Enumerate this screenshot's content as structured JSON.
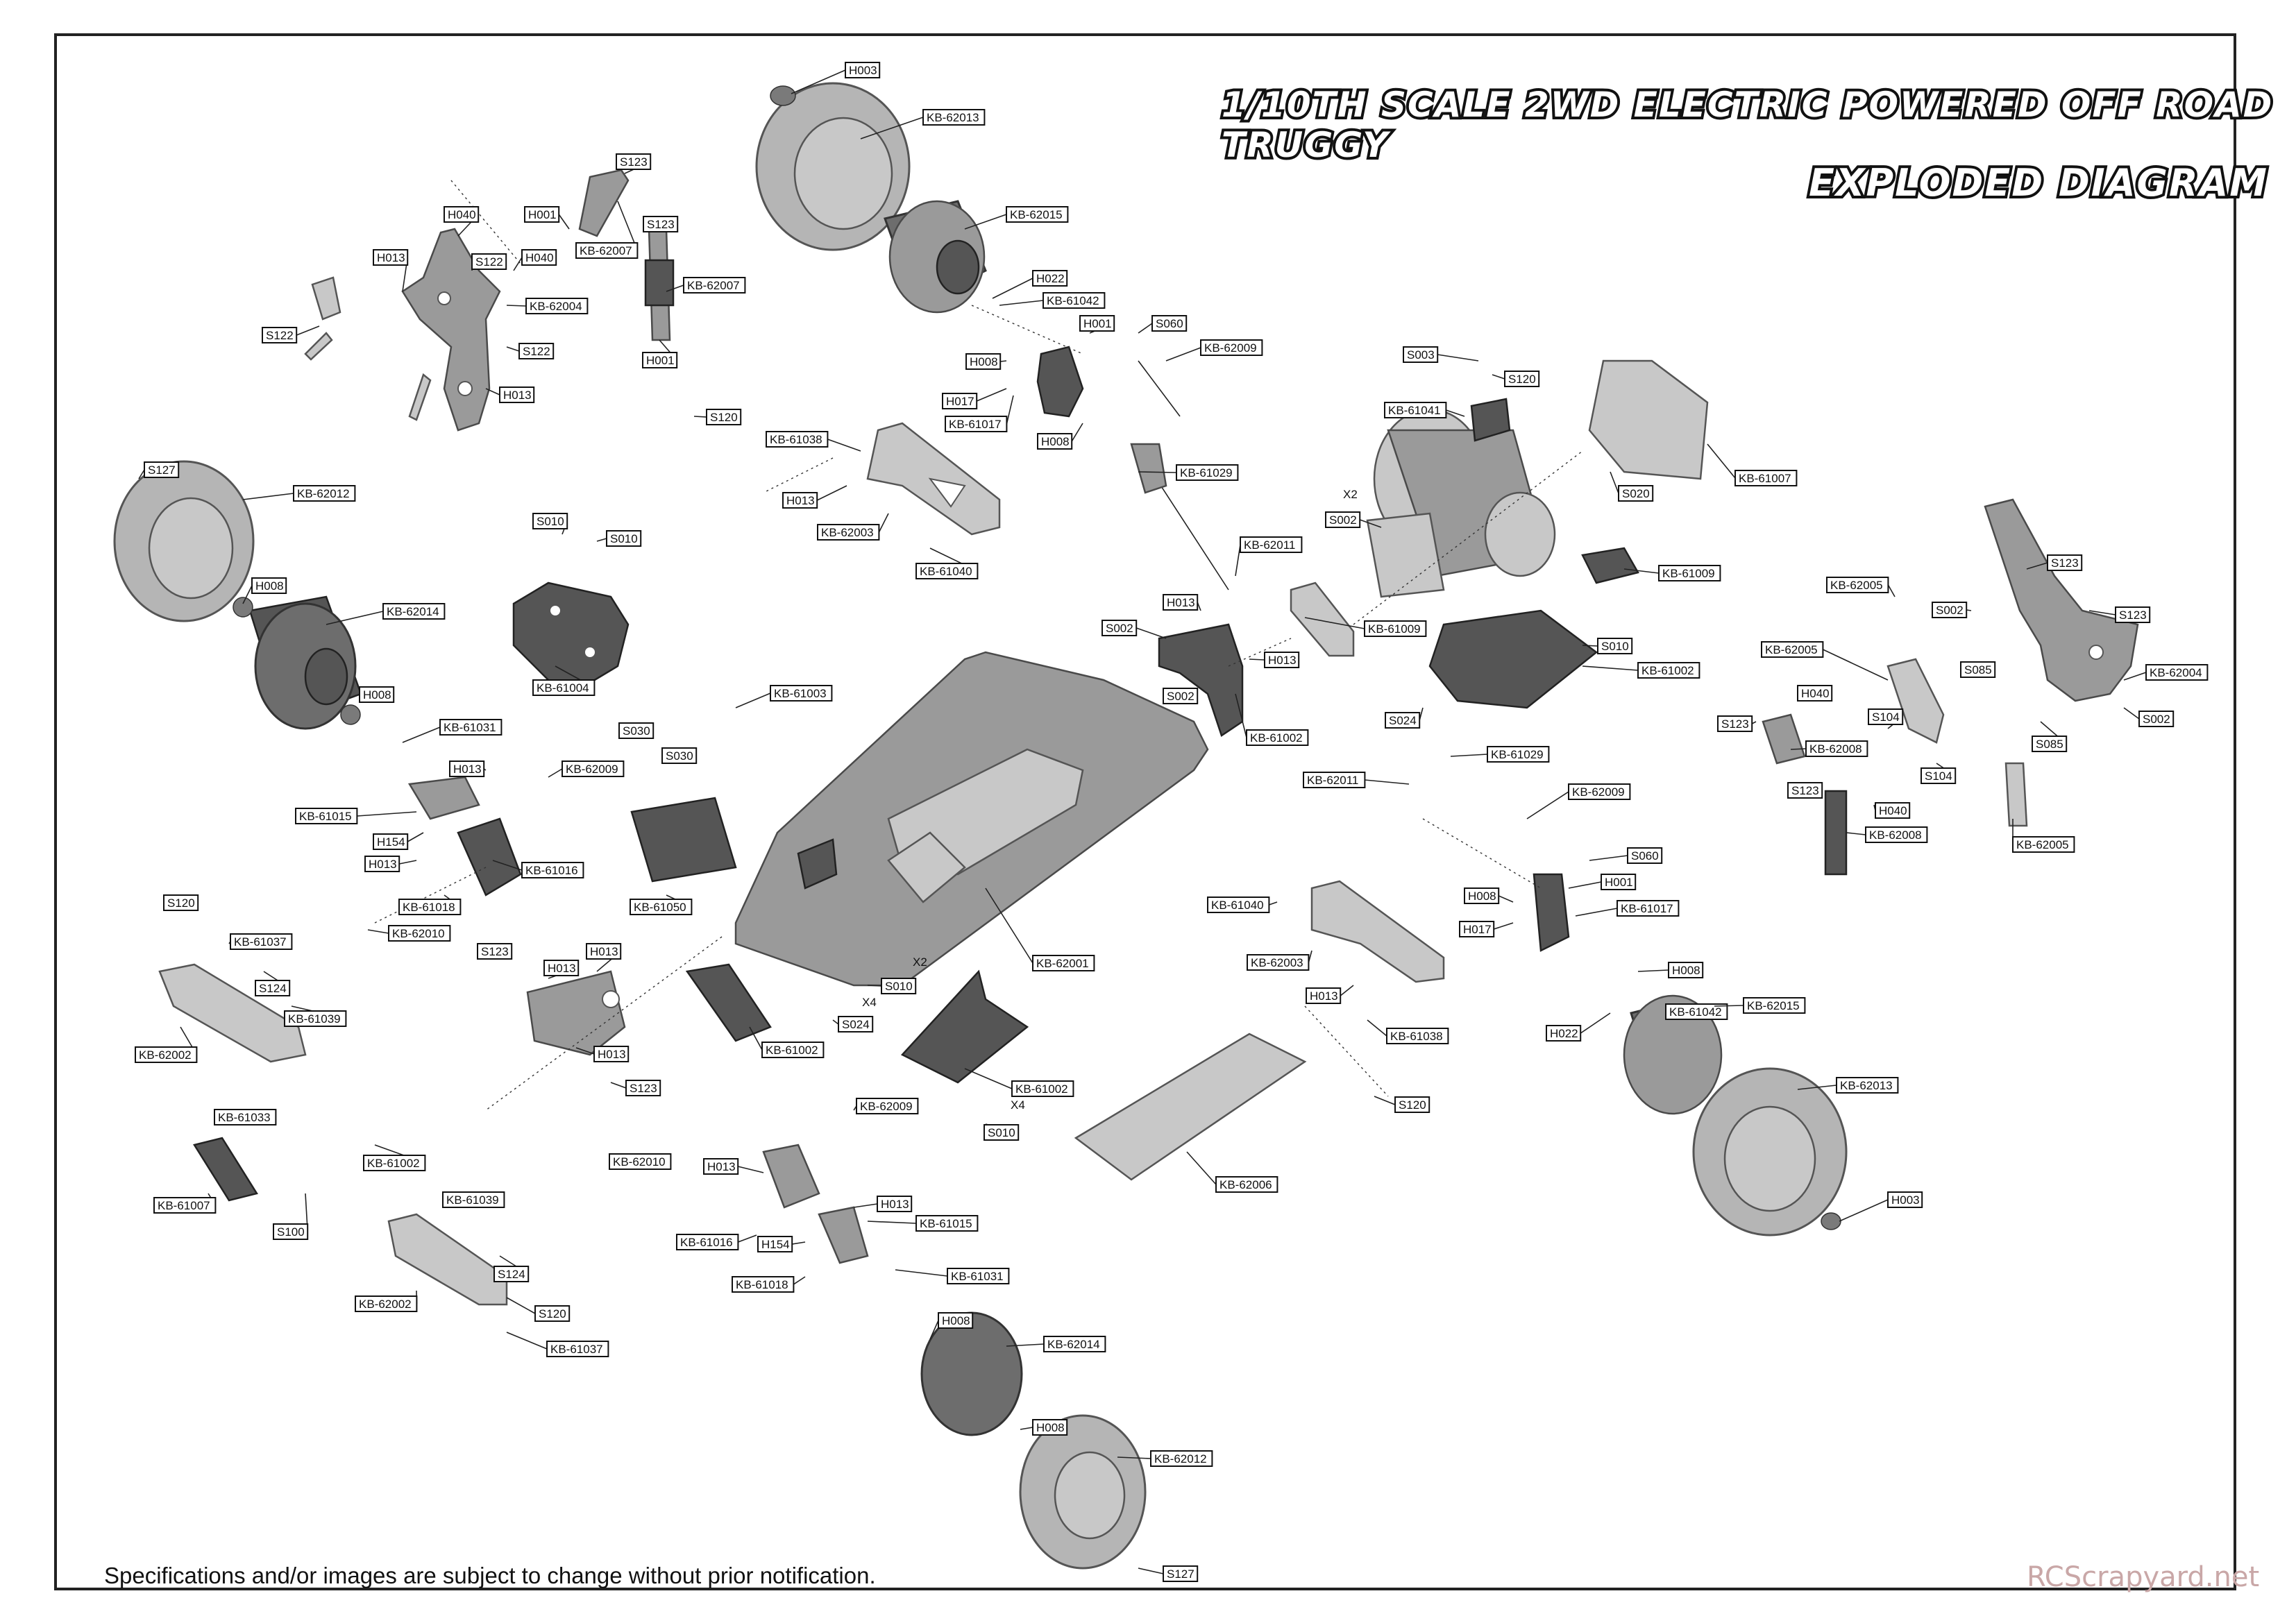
{
  "header": {
    "title": "1/10TH SCALE 2WD ELECTRIC POWERED OFF ROAD TRUGGY",
    "subtitle": "EXPLODED DIAGRAM"
  },
  "footer": {
    "disclaimer": "Specifications and/or images are subject to change without prior notification.",
    "watermark": "RCScrapyard.net"
  },
  "labels": [
    "H003",
    "KB-62013",
    "S123",
    "H040",
    "H001",
    "KB-62007",
    "S123",
    "KB-62007",
    "H013",
    "S122",
    "H040",
    "KB-62004",
    "S122",
    "S122",
    "H013",
    "H001",
    "KB-62015",
    "H022",
    "KB-61042",
    "H001",
    "S060",
    "KB-62009",
    "H008",
    "H017",
    "KB-61017",
    "H008",
    "KB-61029",
    "S120",
    "KB-61038",
    "H013",
    "KB-62003",
    "KB-61040",
    "S127",
    "KB-62012",
    "H008",
    "KB-62014",
    "H008",
    "KB-61031",
    "S010",
    "S010",
    "KB-61004",
    "KB-62011",
    "H013",
    "S002",
    "H013",
    "S002",
    "KB-61002",
    "KB-61009",
    "KB-61003",
    "S030",
    "S030",
    "S003",
    "S120",
    "KB-61041",
    "KB-61007",
    "X2",
    "S002",
    "S020",
    "KB-61009",
    "S010",
    "KB-61002",
    "S024",
    "S123",
    "KB-62005",
    "S002",
    "S123",
    "KB-62005",
    "S085",
    "KB-62004",
    "H040",
    "S104",
    "S002",
    "S123",
    "KB-62008",
    "S085",
    "S104",
    "KB-62005",
    "S123",
    "H040",
    "KB-62008",
    "KB-61029",
    "KB-62011",
    "KB-62009",
    "S060",
    "H001",
    "H008",
    "H017",
    "KB-61017",
    "H013",
    "KB-62009",
    "KB-61015",
    "H154",
    "H013",
    "KB-61016",
    "KB-61018",
    "KB-62010",
    "KB-61050",
    "KB-62001",
    "X2",
    "S010",
    "X4",
    "S024",
    "S120",
    "KB-61037",
    "S124",
    "KB-61039",
    "KB-62002",
    "S123",
    "H013",
    "H013",
    "H013",
    "S123",
    "KB-61002",
    "KB-61002",
    "X4",
    "S010",
    "KB-61040",
    "KB-62003",
    "H013",
    "KB-61038",
    "S120",
    "H008",
    "KB-61042",
    "H022",
    "KB-62015",
    "KB-62013",
    "H003",
    "KB-62006",
    "KB-61033",
    "KB-61007",
    "S100",
    "KB-61002",
    "KB-62009",
    "KB-62010",
    "H013",
    "H013",
    "KB-61015",
    "KB-61016",
    "H154",
    "KB-61018",
    "KB-61031",
    "KB-61039",
    "S124",
    "KB-62002",
    "S120",
    "KB-61037",
    "H008",
    "KB-62014",
    "H008",
    "KB-62012",
    "S127"
  ]
}
